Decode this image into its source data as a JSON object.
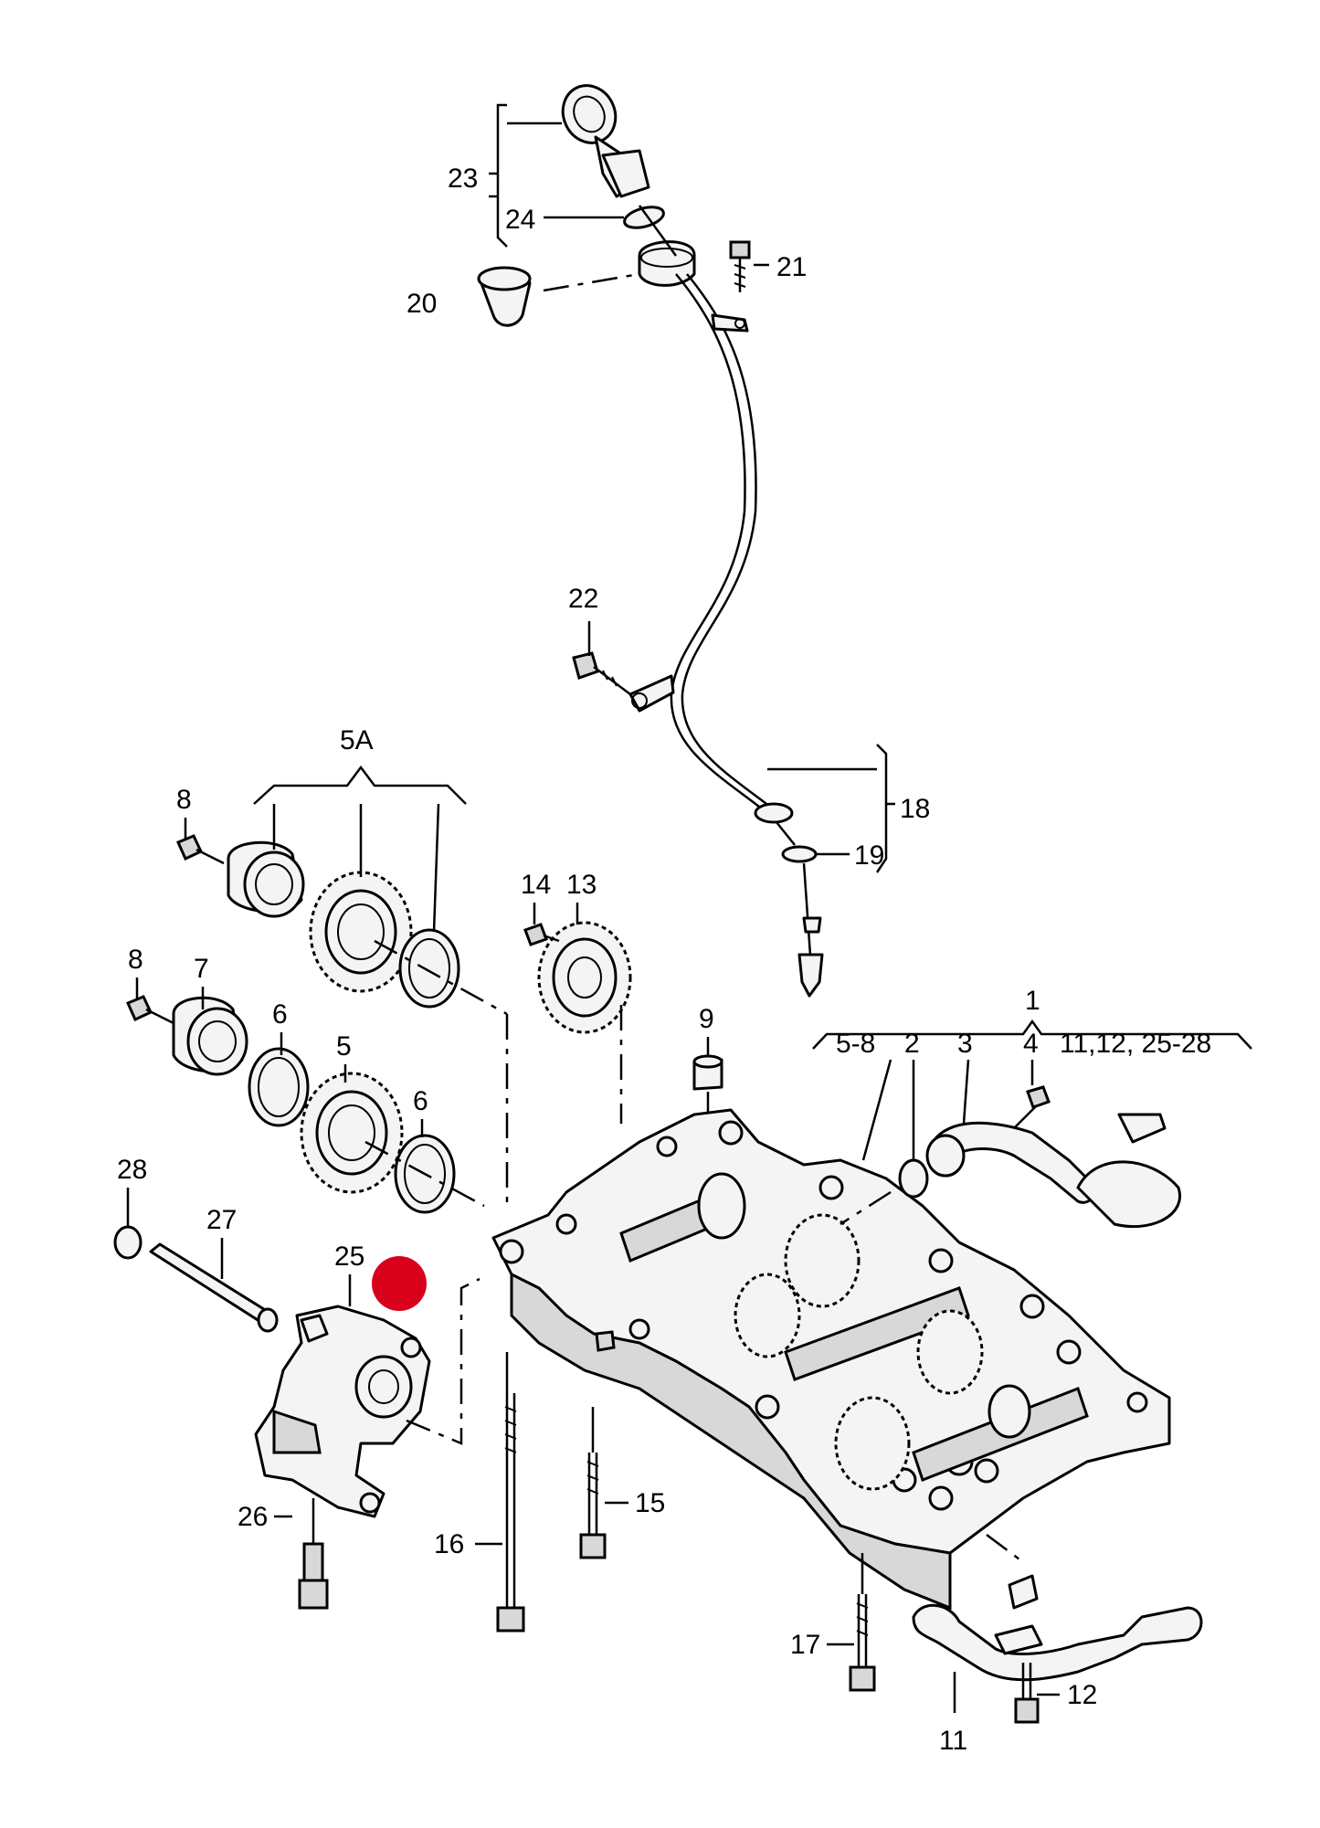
{
  "diagram": {
    "labels": {
      "p1": "1",
      "p1_sub": [
        "5-8",
        "2",
        "3",
        "4",
        "11,12, 25-28"
      ],
      "p5A": "5A",
      "p5": "5",
      "p6a": "6",
      "p6b": "6",
      "p7": "7",
      "p8a": "8",
      "p8b": "8",
      "p9": "9",
      "p11": "11",
      "p12": "12",
      "p13": "13",
      "p14": "14",
      "p15": "15",
      "p16": "16",
      "p17": "17",
      "p18": "18",
      "p19": "19",
      "p20": "20",
      "p21": "21",
      "p22": "22",
      "p23": "23",
      "p24": "24",
      "p25": "25",
      "p26": "26",
      "p27": "27",
      "p28": "28"
    },
    "marker_color": "#d9001b"
  }
}
